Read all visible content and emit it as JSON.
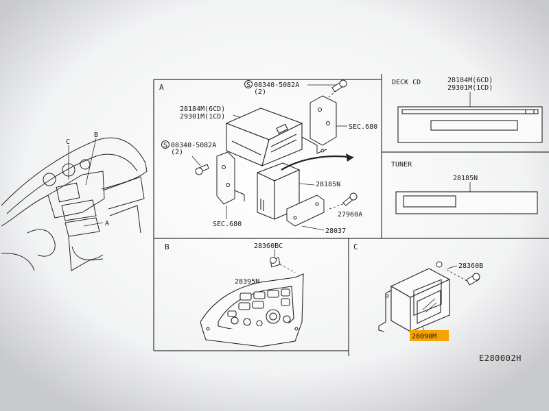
{
  "diagram": {
    "section_a": {
      "letter": "A",
      "screw_top": "08340-5082A",
      "screw_top_qty": "(2)",
      "screw_left": "08340-5082A",
      "screw_left_qty": "(2)",
      "unit_6cd": "28184M(6CD)",
      "unit_1cd": "29301M(1CD)",
      "sec_right": "SEC.680",
      "sec_left": "SEC.680",
      "amp": "28185N",
      "bolt": "27960A",
      "bracket": "28037"
    },
    "deck_cd": {
      "title": "DECK CD",
      "unit_6cd": "28184M(6CD)",
      "unit_1cd": "29301M(1CD)"
    },
    "tuner": {
      "title": "TUNER",
      "part": "28185N"
    },
    "section_b": {
      "letter": "B",
      "screw": "28360BC",
      "panel": "28395N"
    },
    "section_c": {
      "letter": "C",
      "screw": "28360B",
      "module": "28090M",
      "highlight_color": "#f5a300"
    },
    "overview": {
      "label_b": "B",
      "label_c": "C",
      "label_a": "A"
    },
    "diagram_code": "E280002H"
  }
}
